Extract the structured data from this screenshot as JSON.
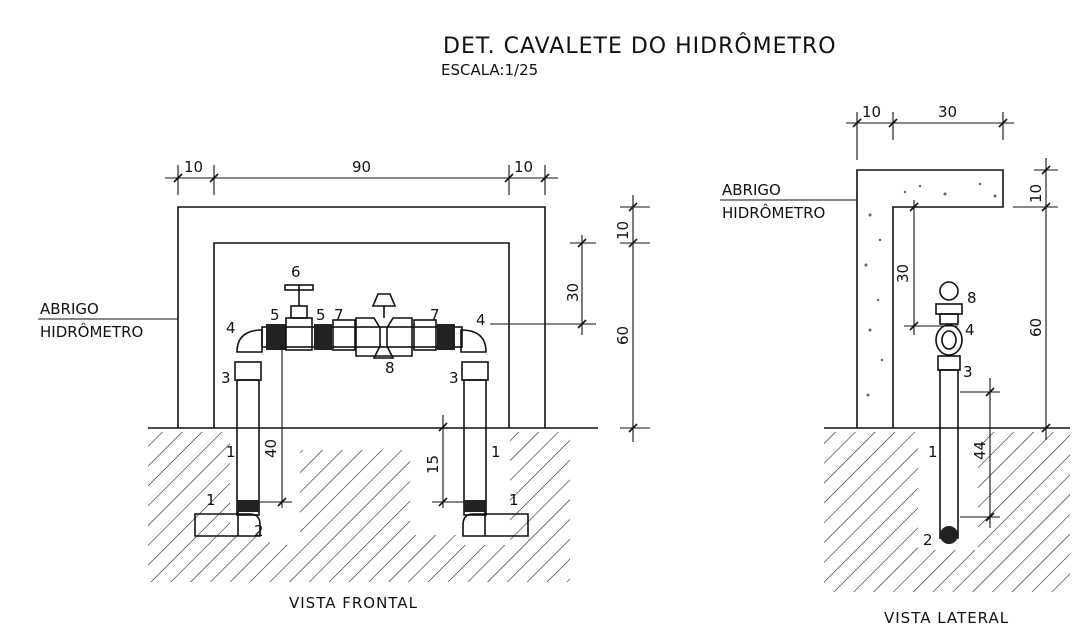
{
  "title": "DET. CAVALETE DO HIDRÔMETRO",
  "scale": "ESCALA:1/25",
  "front_view": {
    "caption": "VISTA FRONTAL",
    "abrigo_label_1": "ABRIGO",
    "abrigo_label_2": "HIDRÔMETRO",
    "dims": {
      "left_wall": "10",
      "inner_width": "90",
      "right_wall": "10",
      "top_wall": "10",
      "pipe_height": "30",
      "total_height": "60",
      "riser_left": "40",
      "riser_right": "15"
    },
    "parts": {
      "p6": "6",
      "p5a": "5",
      "p5b": "5",
      "p7a": "7",
      "p7b": "7",
      "p4a": "4",
      "p4b": "4",
      "p8": "8",
      "p3a": "3",
      "p3b": "3",
      "p1a": "1",
      "p1b": "1",
      "p1c": "1",
      "p1d": "1",
      "p2": "2"
    }
  },
  "side_view": {
    "caption": "VISTA LATERAL",
    "abrigo_label_1": "ABRIGO",
    "abrigo_label_2": "HIDRÔMETRO",
    "dims": {
      "wall": "10",
      "depth": "30",
      "top_wall": "10",
      "pipe_height": "30",
      "total_height": "60",
      "riser": "44"
    },
    "parts": {
      "p8": "8",
      "p4": "4",
      "p3": "3",
      "p1": "1",
      "p2": "2"
    }
  }
}
